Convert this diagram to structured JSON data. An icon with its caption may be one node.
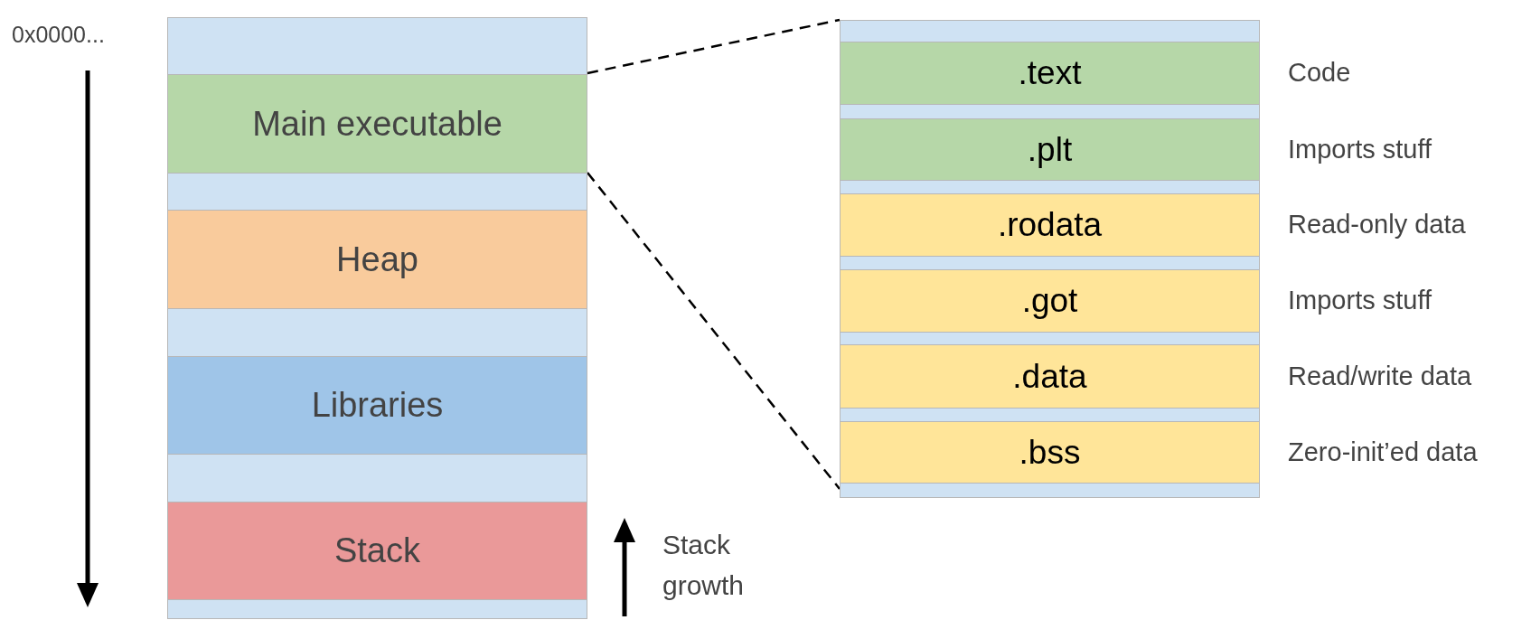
{
  "diagram": {
    "nodes": [
      {
        "text": [],
        "shape": "box"
      },
      {
        "text": [
          "Main executable"
        ],
        "in": 0
      },
      {
        "text": [
          "Heap"
        ],
        "in": 0
      },
      {
        "text": [
          "Libraries"
        ],
        "in": 0
      },
      {
        "text": [
          "Stack"
        ],
        "in": 0
      },
      {
        "text": [],
        "shape": "box"
      },
      {
        "text": [
          ".text"
        ],
        "in": 5,
        "beside": [
          "Code"
        ]
      },
      {
        "text": [
          ".plt"
        ],
        "in": 5,
        "beside": [
          "Imports stuff"
        ]
      },
      {
        "text": [
          ".rodata"
        ],
        "in": 5,
        "beside": [
          "Read-only data"
        ]
      },
      {
        "text": [
          ".got"
        ],
        "in": 5,
        "beside": [
          "Imports stuff"
        ]
      },
      {
        "text": [
          ".data"
        ],
        "in": 5,
        "beside": [
          "Read/write data"
        ]
      },
      {
        "text": [
          ".bss"
        ],
        "in": 5,
        "beside": [
          "Zero-init’ed data"
        ]
      }
    ],
    "edges": [
      {
        "from": 1,
        "to": 5,
        "arrow": "none",
        "style": "dashed"
      },
      {
        "from": 1,
        "to": 5,
        "arrow": "none",
        "style": "dashed"
      }
    ],
    "labels": [
      "0x0000...",
      "Stack growth"
    ]
  }
}
